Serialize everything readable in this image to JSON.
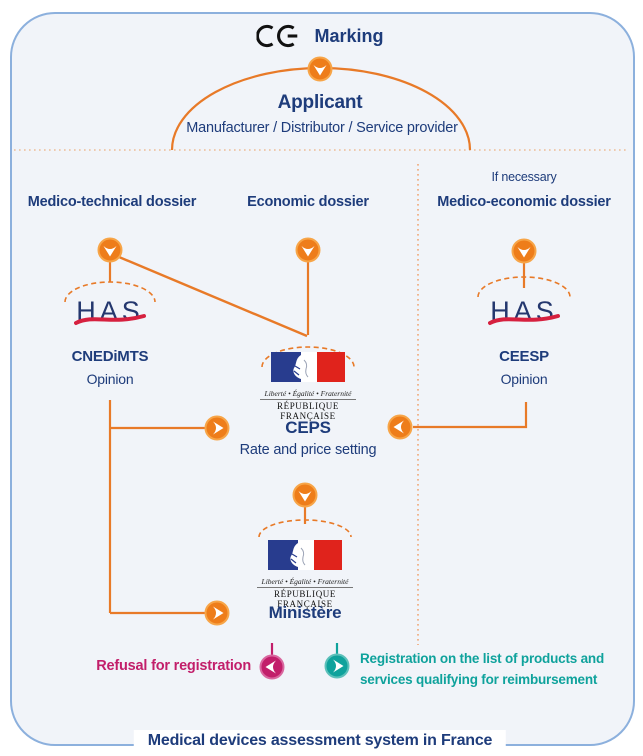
{
  "header": {
    "ce_mark": "CE",
    "marking_label": "Marking",
    "applicant_title": "Applicant",
    "applicant_subtitle": "Manufacturer / Distributor / Service provider"
  },
  "columns": {
    "left_label": "Medico-technical dossier",
    "center_label": "Economic dossier",
    "right_note": "If necessary",
    "right_label": "Medico-economic dossier"
  },
  "cnedimts": {
    "logo": "HAS",
    "name": "CNEDiMTS",
    "subtitle": "Opinion"
  },
  "ceesp": {
    "logo": "HAS",
    "name": "CEESP",
    "subtitle": "Opinion"
  },
  "republique": {
    "motto": "Liberté • Égalité • Fraternité",
    "name": "RÉPUBLIQUE FRANÇAISE"
  },
  "ceps": {
    "name": "CEPS",
    "subtitle": "Rate and price setting"
  },
  "ministere": {
    "name": "Ministère"
  },
  "outcomes": {
    "refusal_label": "Refusal for registration",
    "registration_line1": "Registration on the list of products and",
    "registration_line2": "services qualifying for reimbursement"
  },
  "footer": {
    "title": "Medical devices assessment system in France"
  },
  "icons": {
    "flow_arrow": "white chevron in colored circle",
    "ce_mark": "CE conformity mark",
    "has_logo": "HAS wordmark with red swoosh",
    "republique_francaise_logo": "French flag block with Marianne profile"
  },
  "colors": {
    "navy": "#1e3c7b",
    "orange": "#e87a28",
    "magenta": "#c21e6a",
    "teal": "#0fa29c",
    "panel_border": "#8cb0dd",
    "panel_bg": "#f1f4f9",
    "has_red": "#d6203f",
    "flag_blue": "#283c8e",
    "flag_red": "#e0231c"
  }
}
